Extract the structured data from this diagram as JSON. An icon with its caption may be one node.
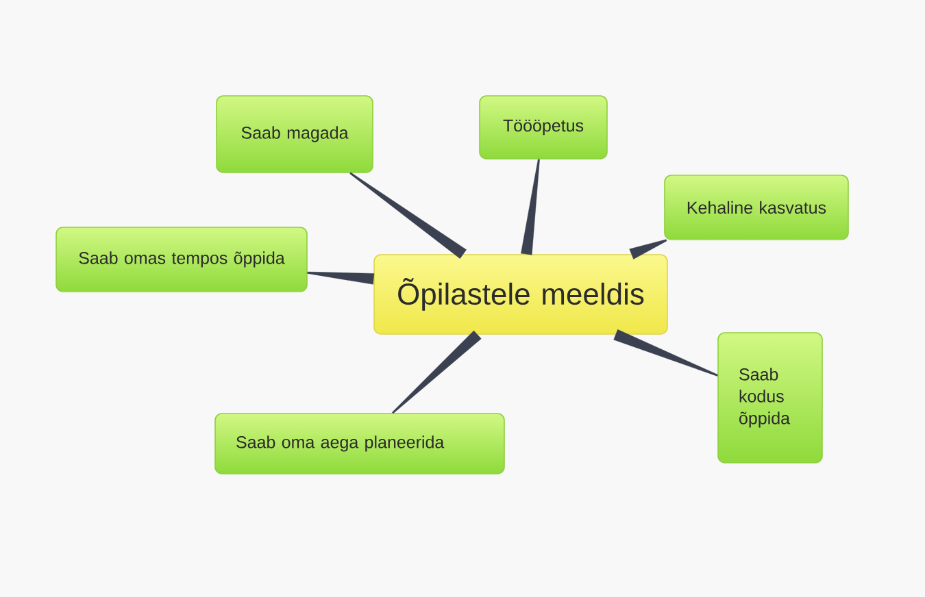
{
  "diagram": {
    "nodes": [
      {
        "text": [
          "Õpilastele meeldis"
        ]
      },
      {
        "text": [
          "Saab magada"
        ]
      },
      {
        "text": [
          "Töööpetus"
        ]
      },
      {
        "text": [
          "Kehaline kasvatus"
        ]
      },
      {
        "text": [
          "Saab omas tempos õppida"
        ]
      },
      {
        "text": [
          "Saab kodus õppida"
        ]
      },
      {
        "text": [
          "Saab oma aega planeerida"
        ]
      }
    ],
    "edges": [
      {
        "from": 0,
        "to": 1,
        "arrow": "none"
      },
      {
        "from": 0,
        "to": 2,
        "arrow": "none"
      },
      {
        "from": 0,
        "to": 3,
        "arrow": "none"
      },
      {
        "from": 0,
        "to": 4,
        "arrow": "none"
      },
      {
        "from": 0,
        "to": 5,
        "arrow": "none"
      },
      {
        "from": 0,
        "to": 6,
        "arrow": "none"
      }
    ]
  }
}
